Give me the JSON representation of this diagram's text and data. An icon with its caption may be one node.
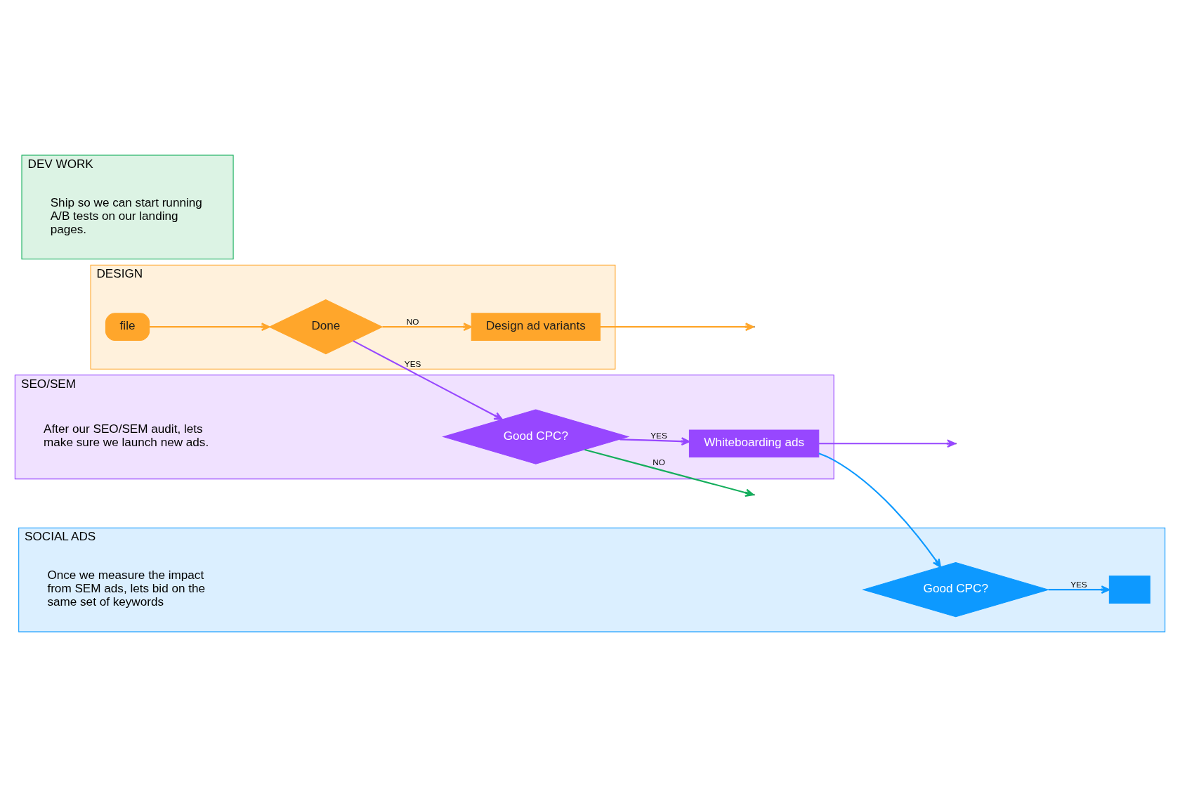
{
  "diagram": {
    "nodes": [
      {
        "text": [
          "DESIGN"
        ]
      },
      {
        "text": [
          "file"
        ],
        "in": 0
      },
      {
        "text": [
          "Done"
        ],
        "in": 0
      },
      {
        "text": [
          "Design ad variants"
        ],
        "in": 0
      },
      {
        "text": [
          "SEO/SEM",
          "After our SEO/SEM audit, lets make sure we launch new ads."
        ]
      },
      {
        "text": [
          "Good CPC?"
        ],
        "in": 4
      },
      {
        "text": [
          "Whiteboarding ads"
        ],
        "in": 4
      },
      {
        "text": [
          "SOCIAL ADS",
          "Once we measure the impact from SEM ads, lets bid on the same set of keywords"
        ]
      },
      {
        "text": [
          "Good CPC?"
        ],
        "in": 7
      },
      {
        "text": [],
        "shape": "box",
        "in": 7
      },
      {
        "text": [
          "DEV WORK",
          "Ship so we can start running A/B tests on our landing pages."
        ]
      }
    ],
    "edges": [
      {
        "from": 1,
        "to": 2,
        "arrow": "to",
        "color": "#ffa62b"
      },
      {
        "from": 2,
        "to": 3,
        "arrow": "to",
        "label": "NO",
        "color": "#ffa62b"
      },
      {
        "from": 3,
        "to": null,
        "arrow": "to",
        "color": "#ffa62b"
      },
      {
        "from": 2,
        "to": 5,
        "arrow": "to",
        "label": "YES",
        "color": "#9747ff"
      },
      {
        "from": 5,
        "to": 6,
        "arrow": "to",
        "label": "YES",
        "color": "#9747ff"
      },
      {
        "from": 6,
        "to": null,
        "arrow": "to",
        "color": "#9747ff"
      },
      {
        "from": 6,
        "to": 8,
        "arrow": "to",
        "color": "#0d99ff"
      },
      {
        "from": 5,
        "to": null,
        "arrow": "to",
        "label": "NO",
        "color": "#14ae5c"
      },
      {
        "from": 8,
        "to": 9,
        "arrow": "to",
        "label": "YES",
        "color": "#0d99ff"
      }
    ]
  }
}
